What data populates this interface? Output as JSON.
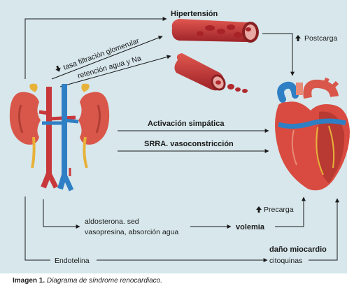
{
  "labels": {
    "hipertension": "Hipertensión",
    "postcarga": "Postcarga",
    "tasa_filtracion": "tasa filtración glomerular",
    "retencion": "retención agua y Na",
    "activacion": "Activación simpática",
    "srra": "SRRA. vasoconstricción",
    "aldosterona": "aldosterona. sed",
    "vasopresina": "vasopresina, absorción agua",
    "precarga": "Precarga",
    "volemia": "volemia",
    "endotelina": "Endotelina",
    "dano": "daño miocardio",
    "citoquinas": "citoquinas"
  },
  "caption": {
    "label": "Imagen 1.",
    "text": "Diagrama de síndrome renocardiaco."
  },
  "colors": {
    "background": "#d7e7ec",
    "artery": "#c8383a",
    "vein": "#2f7fc4",
    "kidney": "#d9574a",
    "heart": "#d94b40",
    "arrow": "#1a1a1a"
  }
}
